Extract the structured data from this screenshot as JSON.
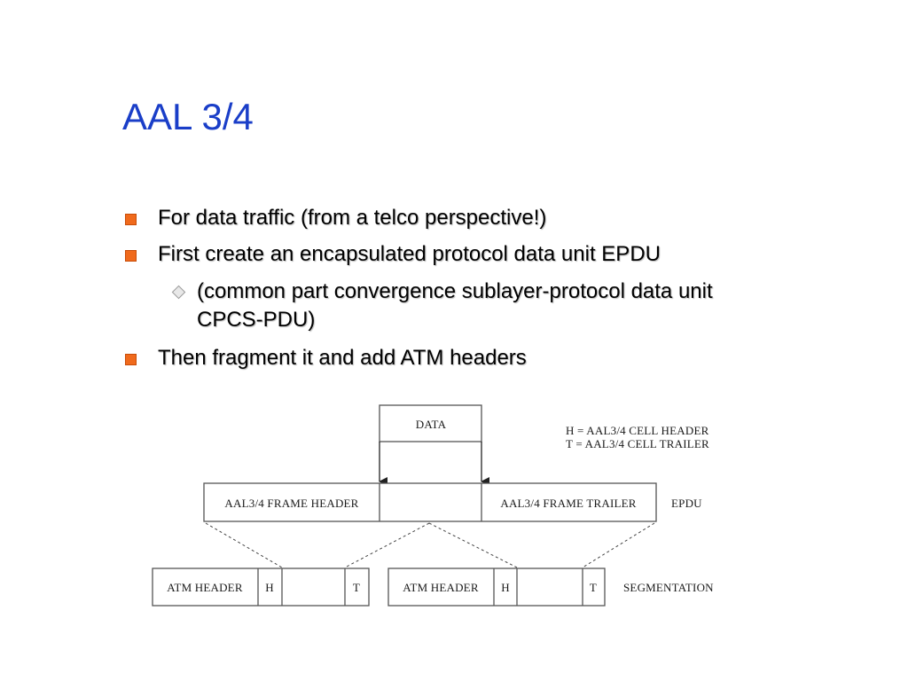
{
  "title": "AAL 3/4",
  "bullets": [
    "For data traffic (from a telco perspective!)",
    "First create an encapsulated protocol data unit EPDU",
    "Then fragment it and add ATM headers"
  ],
  "sub_bullet": {
    "line1": "(common part convergence sublayer-protocol data unit",
    "line2": "CPCS-PDU)"
  },
  "diagram": {
    "data_label": "DATA",
    "legend_h": "H =  AAL3/4 CELL HEADER",
    "legend_t": "T =  AAL3/4 CELL TRAILER",
    "frame_header": "AAL3/4 FRAME HEADER",
    "frame_trailer": "AAL3/4 FRAME TRAILER",
    "epdu_label": "EPDU",
    "cell1": {
      "atm_header": "ATM HEADER",
      "h": "H",
      "t": "T"
    },
    "cell2": {
      "atm_header": "ATM HEADER",
      "h": "H",
      "t": "T"
    },
    "segmentation_label": "SEGMENTATION"
  },
  "colors": {
    "title": "#1a3ec8",
    "bullet_marker": "#f06a1c",
    "sub_bullet_marker": "#e8e8e8"
  }
}
